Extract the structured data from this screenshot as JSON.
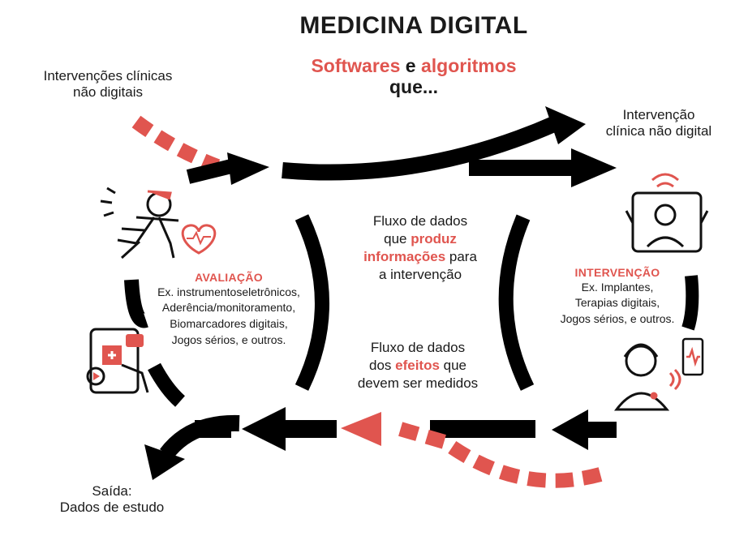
{
  "title": "MEDICINA DIGITAL",
  "subtitle": {
    "part1": "Softwares",
    "connector": "e",
    "part2": "algoritmos",
    "line2": "que..."
  },
  "nodes": {
    "input_top_left": "Intervenções clínicas\nnão digitais",
    "output_top_right": "Intervenção\nclínica não digital",
    "output_bottom_left": "Saída:\nDados de estudo"
  },
  "center": {
    "top": {
      "line1": "Fluxo de dados",
      "line2_pre": "que ",
      "line2_hl": "produz",
      "line3_hl": "informações",
      "line3_post": " para",
      "line4": "a intervenção"
    },
    "bottom": {
      "line1": "Fluxo de dados",
      "line2_pre": "dos ",
      "line2_hl": "efeitos",
      "line2_post": " que",
      "line3": "devem ser medidos"
    }
  },
  "avaliacao": {
    "heading": "AVALIAÇÃO",
    "items": "Ex. instrumentoseletrônicos,\nAderência/monitoramento,\nBiomarcadores digitais,\nJogos sérios, e outros."
  },
  "intervencao": {
    "heading": "INTERVENÇÃO",
    "items": "Ex. Implantes,\nTerapias digitais,\nJogos sérios, e outros."
  },
  "icons": [
    "runner-icon",
    "heart-pulse-icon",
    "medical-app-icon",
    "doctor-tablet-icon",
    "patient-headset-icon",
    "phone-ecg-icon"
  ],
  "colors": {
    "accent": "#e0554f",
    "arrow": "#000000",
    "text": "#1a1a1a"
  }
}
